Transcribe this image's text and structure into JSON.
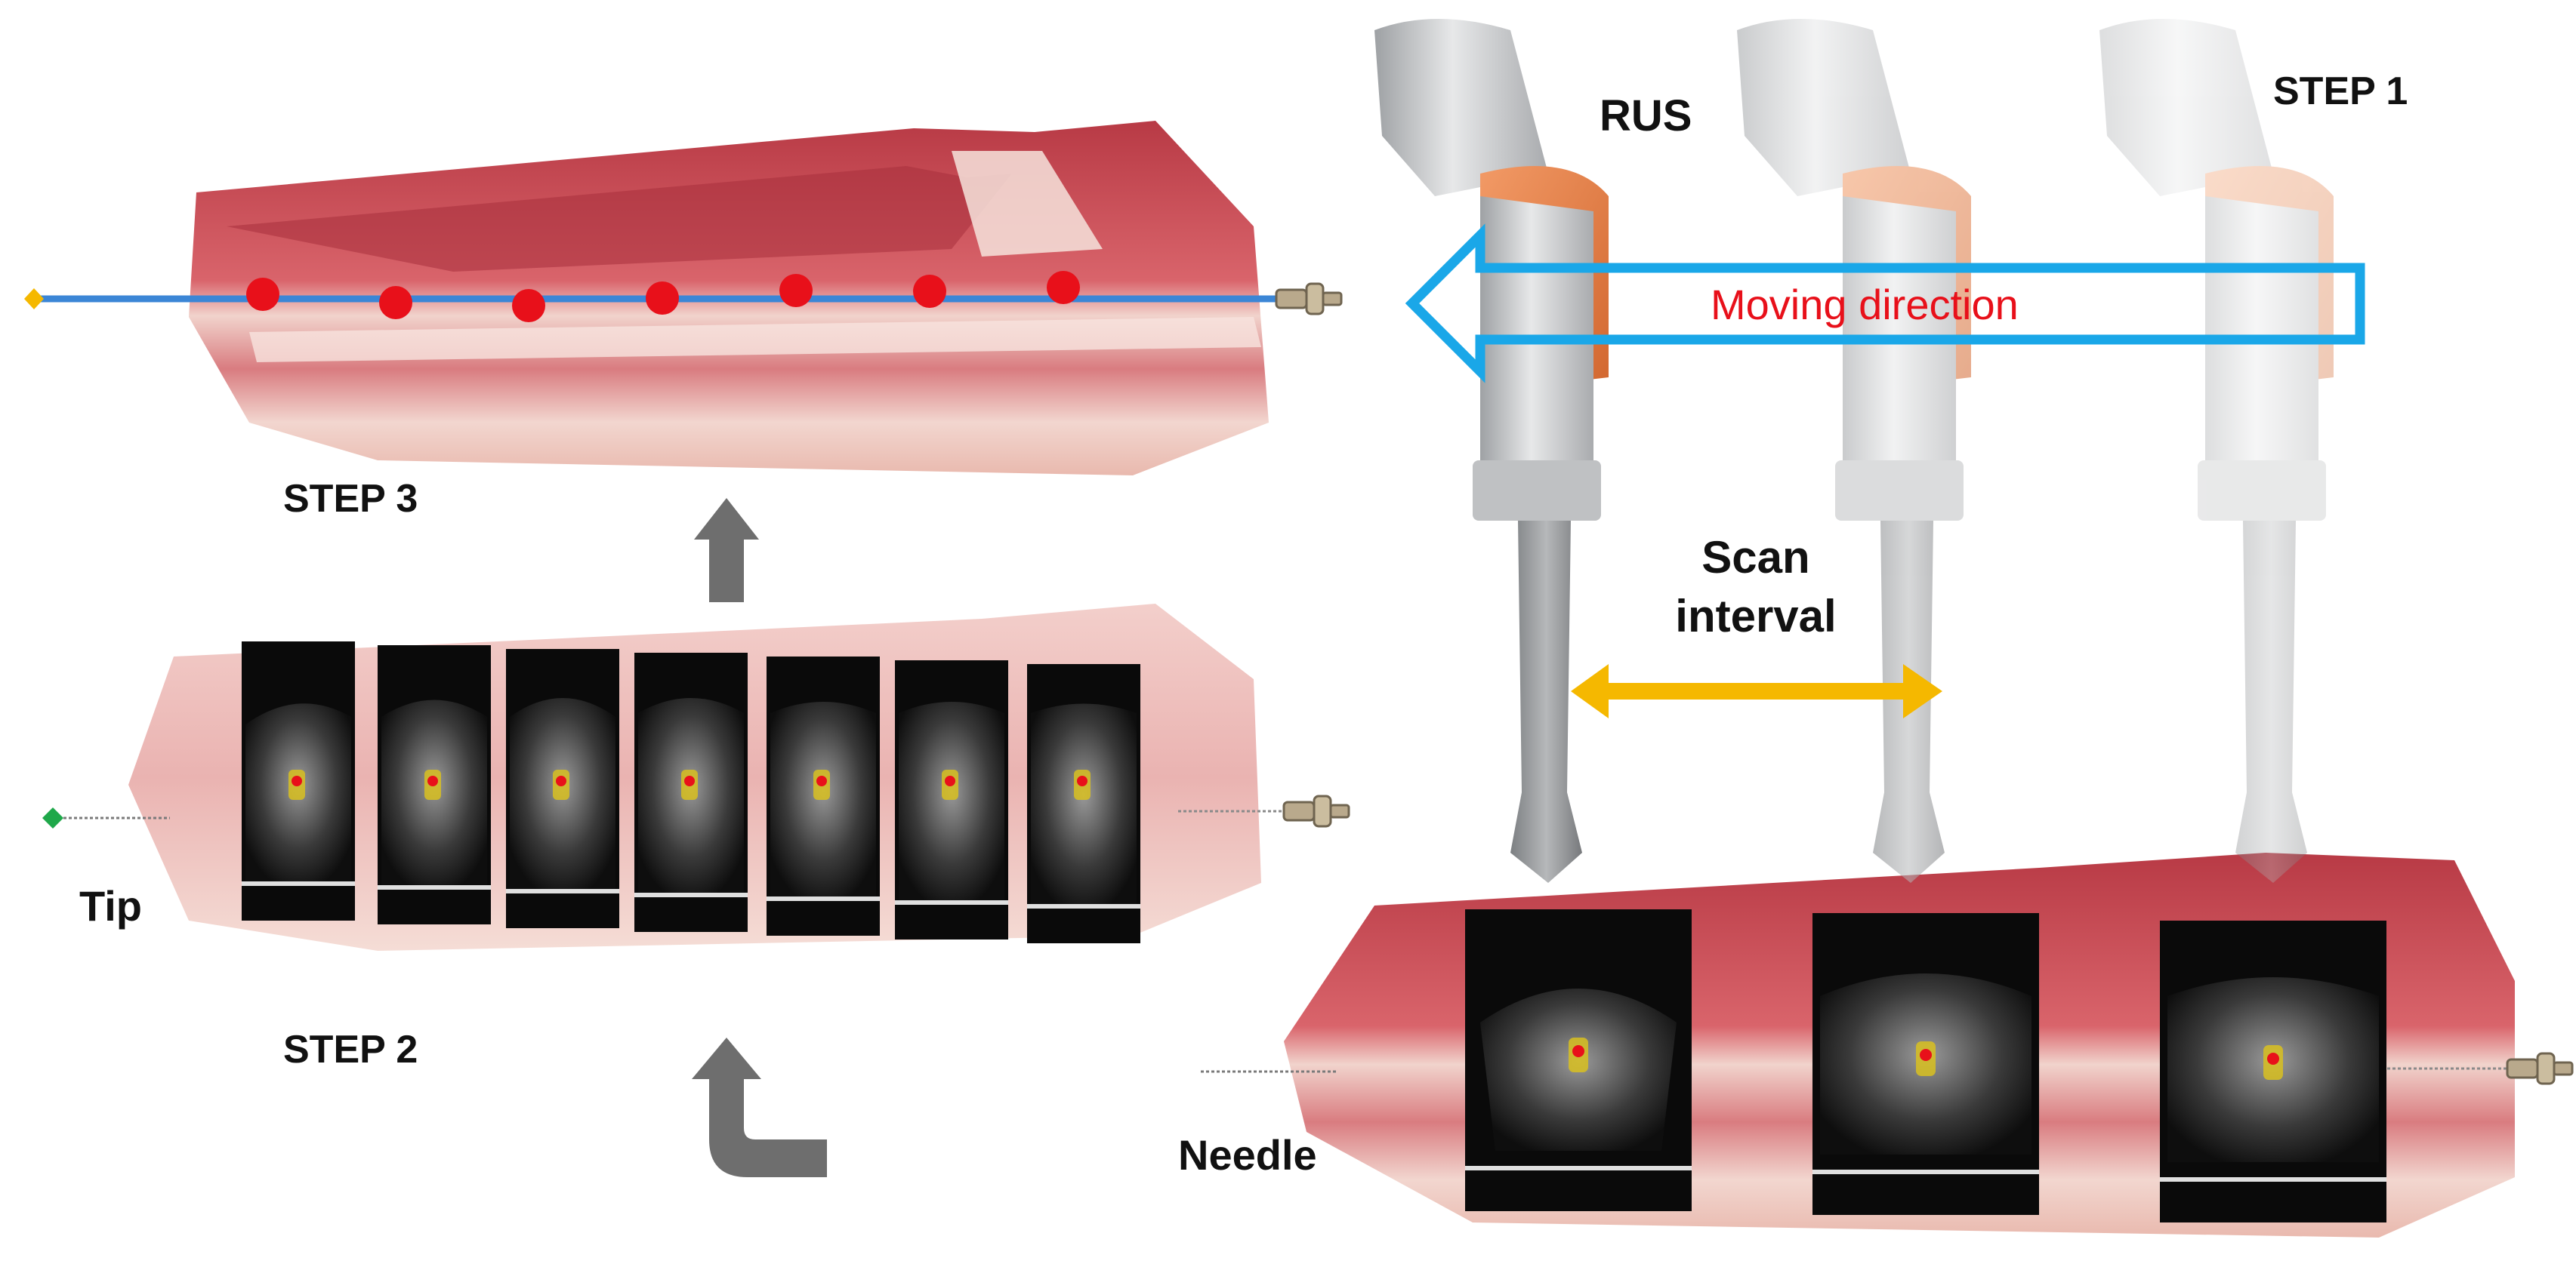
{
  "figure": {
    "step1_label": "STEP 1",
    "step2_label": "STEP 2",
    "step3_label": "STEP 3",
    "rus_label": "RUS",
    "moving_direction_label": "Moving direction",
    "scan_interval_line1": "Scan",
    "scan_interval_line2": "interval",
    "tip_label": "Tip",
    "needle_label": "Needle"
  },
  "colors": {
    "meat": "#c8505a",
    "meat_dark": "#9e2f3a",
    "fat": "#f3d6cf",
    "needle_line": "#3b86d6",
    "tip_marker_step3": "#f5b800",
    "tip_marker_step2": "#1fa84a",
    "sample_points": "#e8101a",
    "moving_arrow": "#1aa7e8",
    "moving_text": "#e8101a",
    "scan_arrow": "#f5b800",
    "flow_arrow": "#6e6e6e",
    "robot_body": "#c9cbcd",
    "robot_orange": "#e7804a",
    "us_image_bg": "#0a0a0a"
  },
  "icons": {
    "needle_hub": "syringe-hub-icon",
    "flow_arrow_up": "arrow-up-icon",
    "flow_arrow_bent": "bent-arrow-icon"
  }
}
